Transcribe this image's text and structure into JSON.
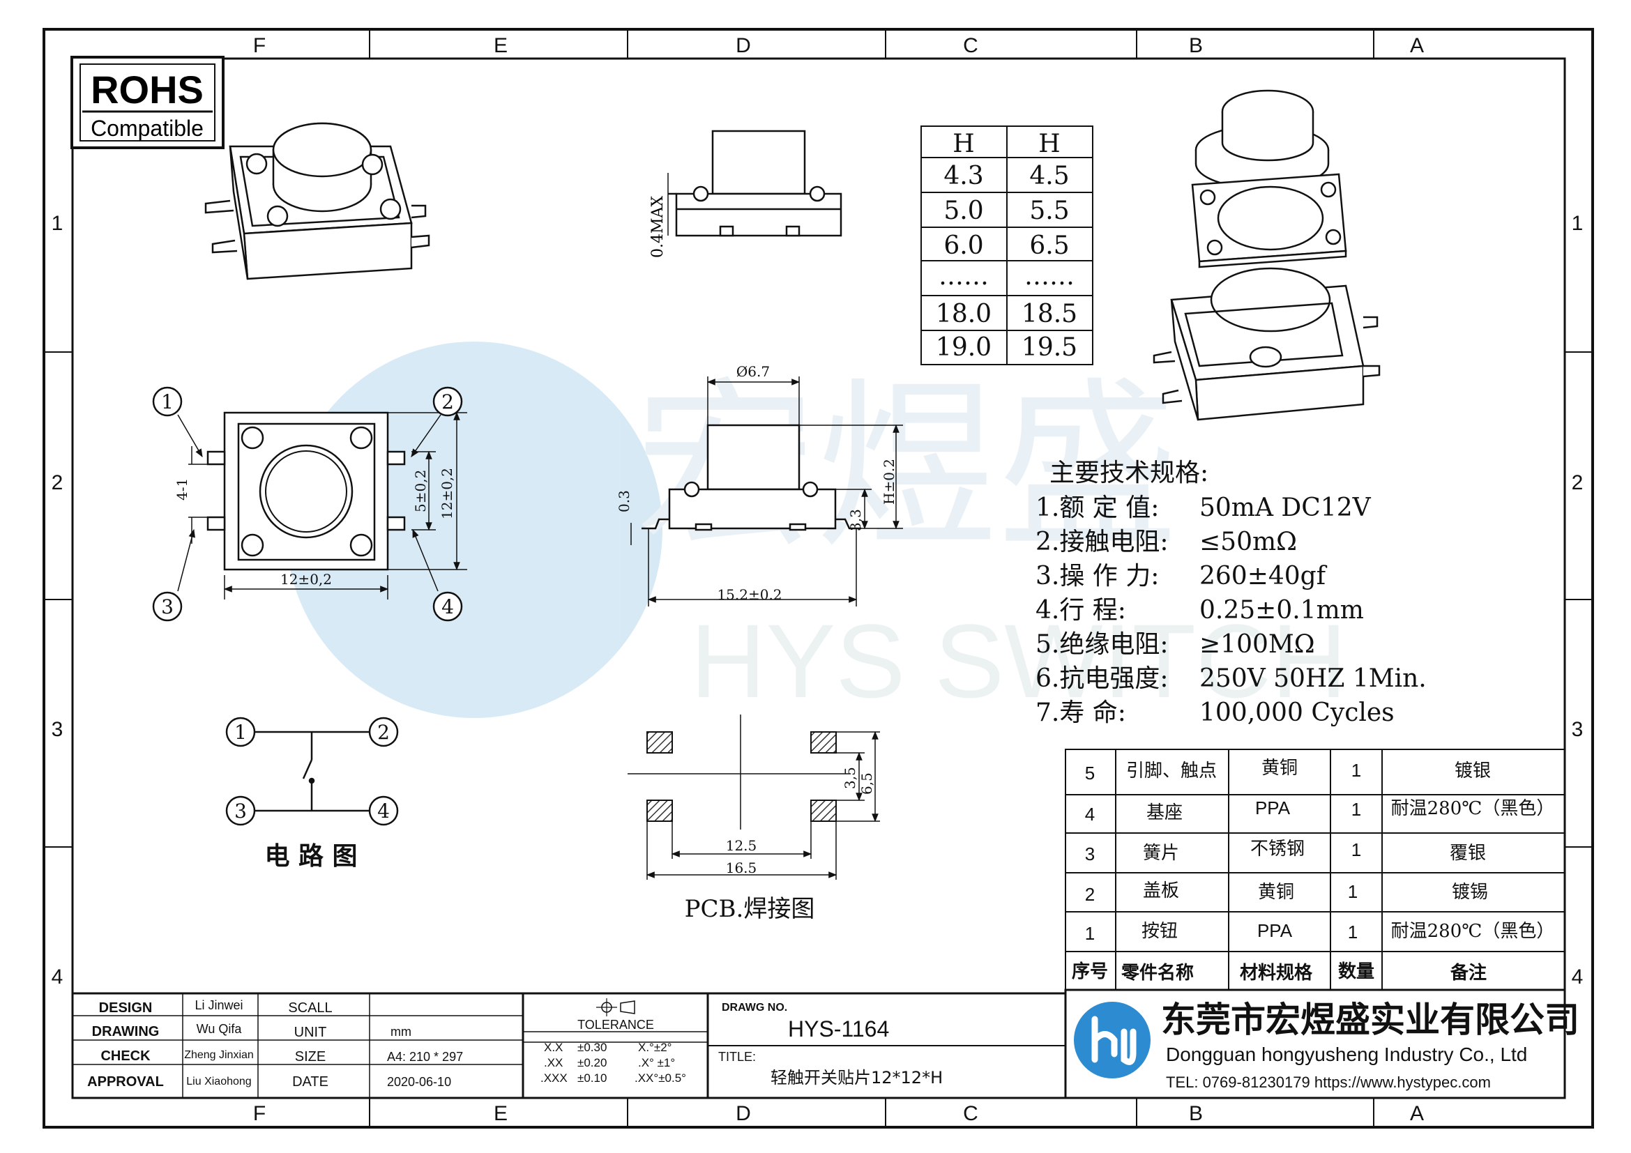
{
  "border": {
    "columns_top": [
      "F",
      "E",
      "D",
      "C",
      "B",
      "A"
    ],
    "columns_bottom": [
      "F",
      "E",
      "D",
      "C",
      "B",
      "A"
    ],
    "rows_left": [
      "1",
      "2",
      "3",
      "4"
    ],
    "rows_right": [
      "1",
      "2",
      "3",
      "4"
    ]
  },
  "rohs": {
    "title": "ROHS",
    "subtitle": "Compatible"
  },
  "watermark": {
    "text": "宏煜盛",
    "latin": "HYS SWITCH"
  },
  "height_table": {
    "headers": [
      "H",
      "H"
    ],
    "rows": [
      [
        "4.3",
        "4.5"
      ],
      [
        "5.0",
        "5.5"
      ],
      [
        "6.0",
        "6.5"
      ],
      [
        "……",
        "……"
      ],
      [
        "18.0",
        "18.5"
      ],
      [
        "19.0",
        "19.5"
      ]
    ]
  },
  "specs": {
    "heading": "主要技术规格:",
    "items": [
      {
        "label": "1.额 定 值:",
        "value": "50mA DC12V"
      },
      {
        "label": "2.接触电阻:",
        "value": "≤50mΩ"
      },
      {
        "label": "3.操 作 力:",
        "value": "260±40gf"
      },
      {
        "label": "4.行     程:",
        "value": "0.25±0.1mm"
      },
      {
        "label": "5.绝缘电阻:",
        "value": "≥100MΩ"
      },
      {
        "label": "6.抗电强度:",
        "value": "250V 50HZ 1Min."
      },
      {
        "label": "7.寿     命:",
        "value": "100,000 Cycles"
      }
    ]
  },
  "top_view": {
    "pins": [
      "1",
      "2",
      "3",
      "4"
    ],
    "dims": {
      "width": "12±0,2",
      "height": "12±0,2",
      "pad": "5±0,2",
      "pitch": "4-1"
    }
  },
  "side_view": {
    "top_label": "0.4MAX",
    "dims": {
      "button_dia": "Ø6.7",
      "height": "H±0.2",
      "body": "3,3",
      "lead": "0.3",
      "length": "15.2±0.2"
    }
  },
  "circuit": {
    "pins": [
      "1",
      "2",
      "3",
      "4"
    ],
    "label": "电 路 图"
  },
  "pcb": {
    "label": "PCB.焊接图",
    "dims": {
      "inner_w": "12.5",
      "outer_w": "16.5",
      "inner_h": "3,5",
      "outer_h": "6,5"
    }
  },
  "bom": {
    "rows": [
      {
        "no": "5",
        "name": "引脚、触点",
        "material": "黄铜",
        "qty": "1",
        "note": "镀银"
      },
      {
        "no": "4",
        "name": "基座",
        "material": "PPA",
        "qty": "1",
        "note": "耐温280℃（黑色）"
      },
      {
        "no": "3",
        "name": "簧片",
        "material": "不锈钢",
        "qty": "1",
        "note": "覆银"
      },
      {
        "no": "2",
        "name": "盖板",
        "material": "黄铜",
        "qty": "1",
        "note": "镀锡"
      },
      {
        "no": "1",
        "name": "按钮",
        "material": "PPA",
        "qty": "1",
        "note": "耐温280℃（黑色）"
      }
    ],
    "header": {
      "no": "序号",
      "name": "零件名称",
      "material": "材料规格",
      "qty": "数量",
      "note": "备注"
    }
  },
  "title_block": {
    "design_label": "DESIGN",
    "design_value": "Li Jinwei",
    "drawing_label": "DRAWING",
    "drawing_value": "Wu Qifa",
    "check_label": "CHECK",
    "check_value": "Zheng Jinxian",
    "approval_label": "APPROVAL",
    "approval_value": "Liu Xiaohong",
    "scale_label": "SCALL",
    "scale_value": "",
    "unit_label": "UNIT",
    "unit_value": "mm",
    "size_label": "SIZE",
    "size_value": "A4: 210 * 297",
    "date_label": "DATE",
    "date_value": "2020-06-10",
    "tolerance_label": "TOLERANCE",
    "tol_rows": [
      {
        "a": "X.X",
        "b": "±0.30",
        "c": "X.°±2°"
      },
      {
        "a": ".XX",
        "b": "±0.20",
        "c": ".X° ±1°"
      },
      {
        "a": ".XXX",
        "b": "±0.10",
        "c": ".XX°±0.5°"
      }
    ],
    "drawg_label": "DRAWG NO.",
    "drawg_value": "HYS-1164",
    "title_label": "TITLE:",
    "title_value": "轻触开关贴片12*12*H"
  },
  "company": {
    "name_cn": "东莞市宏煜盛实业有限公司",
    "name_en": "Dongguan hongyusheng Industry Co., Ltd",
    "contact": "TEL: 0769-81230179   https://www.hystypec.com"
  }
}
